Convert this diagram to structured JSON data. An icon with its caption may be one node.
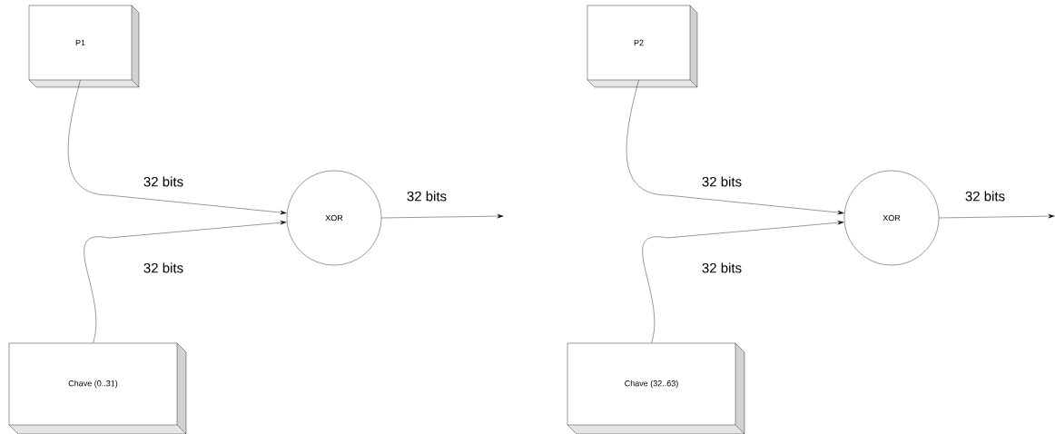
{
  "diagram": {
    "nodes": [
      {
        "text": [
          "P1"
        ]
      },
      {
        "text": [
          "Chave (0..31)"
        ]
      },
      {
        "text": [
          "XOR"
        ]
      },
      {
        "text": [
          "P2"
        ]
      },
      {
        "text": [
          "Chave (32..63)"
        ]
      },
      {
        "text": [
          "XOR"
        ]
      }
    ],
    "edges": [
      {
        "from": 0,
        "to": 2,
        "arrow": "to",
        "label": "32 bits"
      },
      {
        "from": 1,
        "to": 2,
        "arrow": "to",
        "label": "32 bits"
      },
      {
        "from": 2,
        "to": null,
        "arrow": "to",
        "label": "32 bits"
      },
      {
        "from": 3,
        "to": 5,
        "arrow": "to",
        "label": "32 bits"
      },
      {
        "from": 4,
        "to": 5,
        "arrow": "to",
        "label": "32 bits"
      },
      {
        "from": 5,
        "to": null,
        "arrow": "to",
        "label": "32 bits"
      }
    ]
  }
}
